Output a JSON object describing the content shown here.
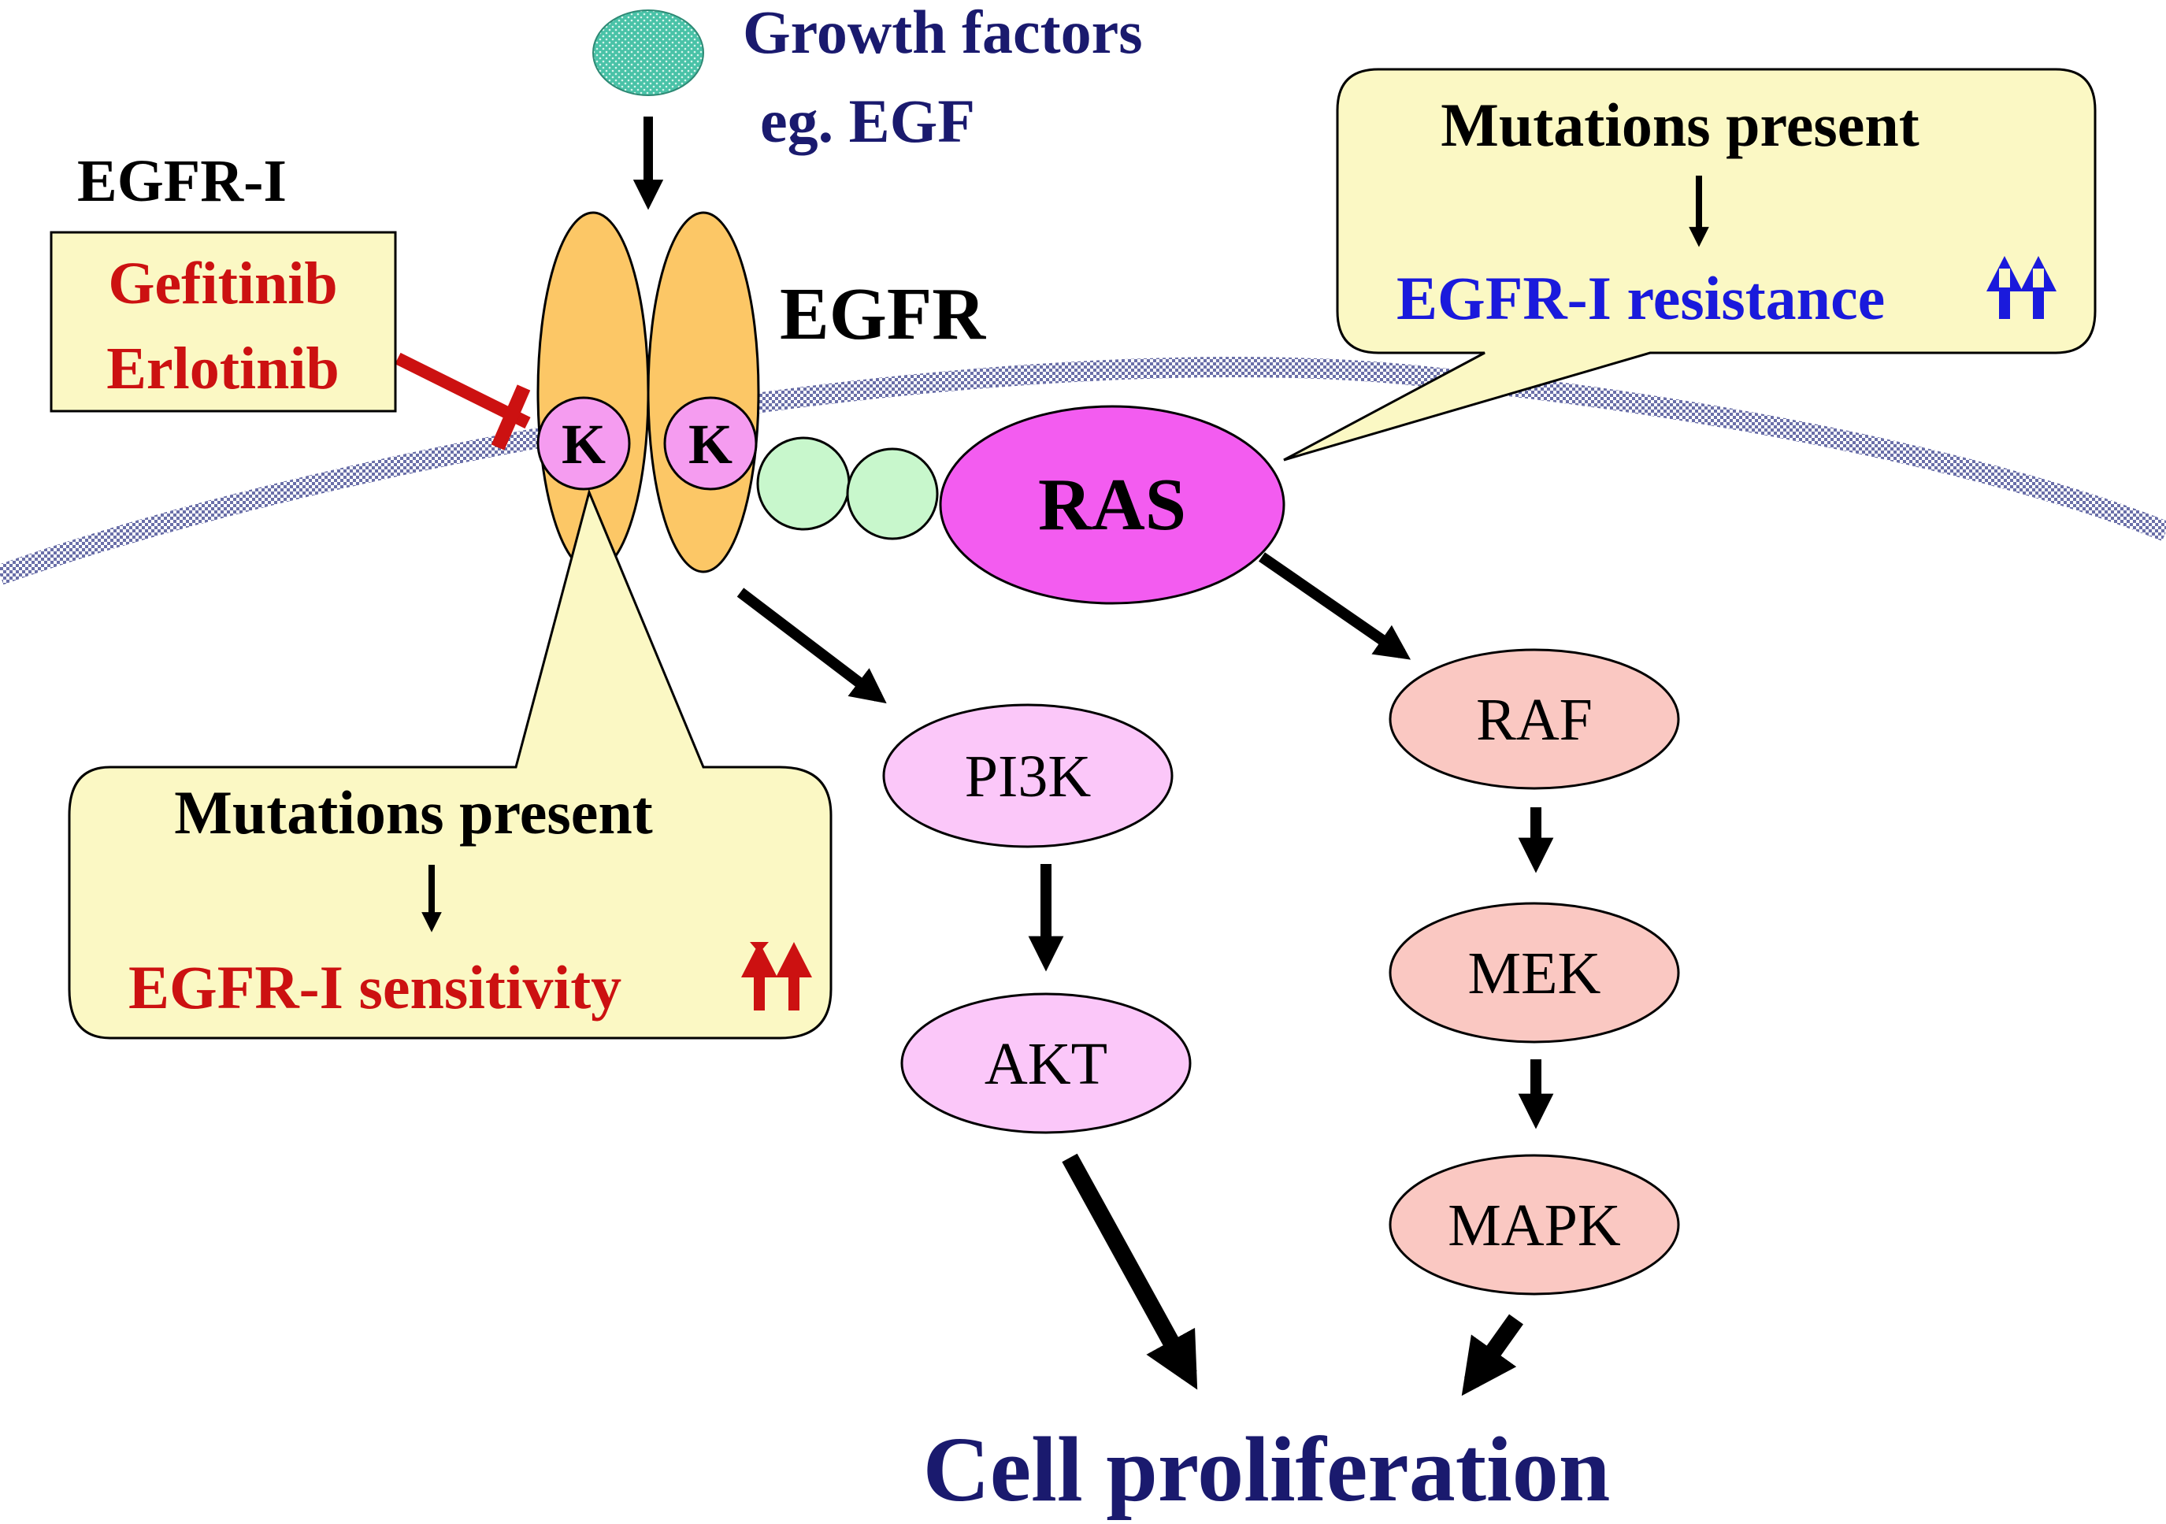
{
  "growth_factor": {
    "line1": "Growth factors",
    "line2": "eg. EGF"
  },
  "egfr_label": "EGFR",
  "inhibitor": {
    "heading": "EGFR-I",
    "drug1": "Gefitinib",
    "drug2": "Erlotinib"
  },
  "kinase_label": "K",
  "nodes": {
    "ras": "RAS",
    "pi3k": "PI3K",
    "akt": "AKT",
    "raf": "RAF",
    "mek": "MEK",
    "mapk": "MAPK"
  },
  "callout_resistance": {
    "line1": "Mutations present",
    "line2": "EGFR-I resistance"
  },
  "callout_sensitivity": {
    "line1": "Mutations present",
    "line2": "EGFR-I sensitivity"
  },
  "outcome": "Cell proliferation",
  "colors": {
    "navy": "#1a1a6e",
    "red": "#cc1111",
    "blue": "#1a1adc",
    "callout_fill": "#fbf8c4",
    "receptor_fill": "#fcc766",
    "kinase_fill": "#f59cf0",
    "ras_fill": "#f35cf0",
    "pi3k_fill": "#fbc7f9",
    "raf_fill": "#fac8c2",
    "adaptor_fill": "#c8f7cc",
    "egf_fill": "#49c2a7"
  }
}
